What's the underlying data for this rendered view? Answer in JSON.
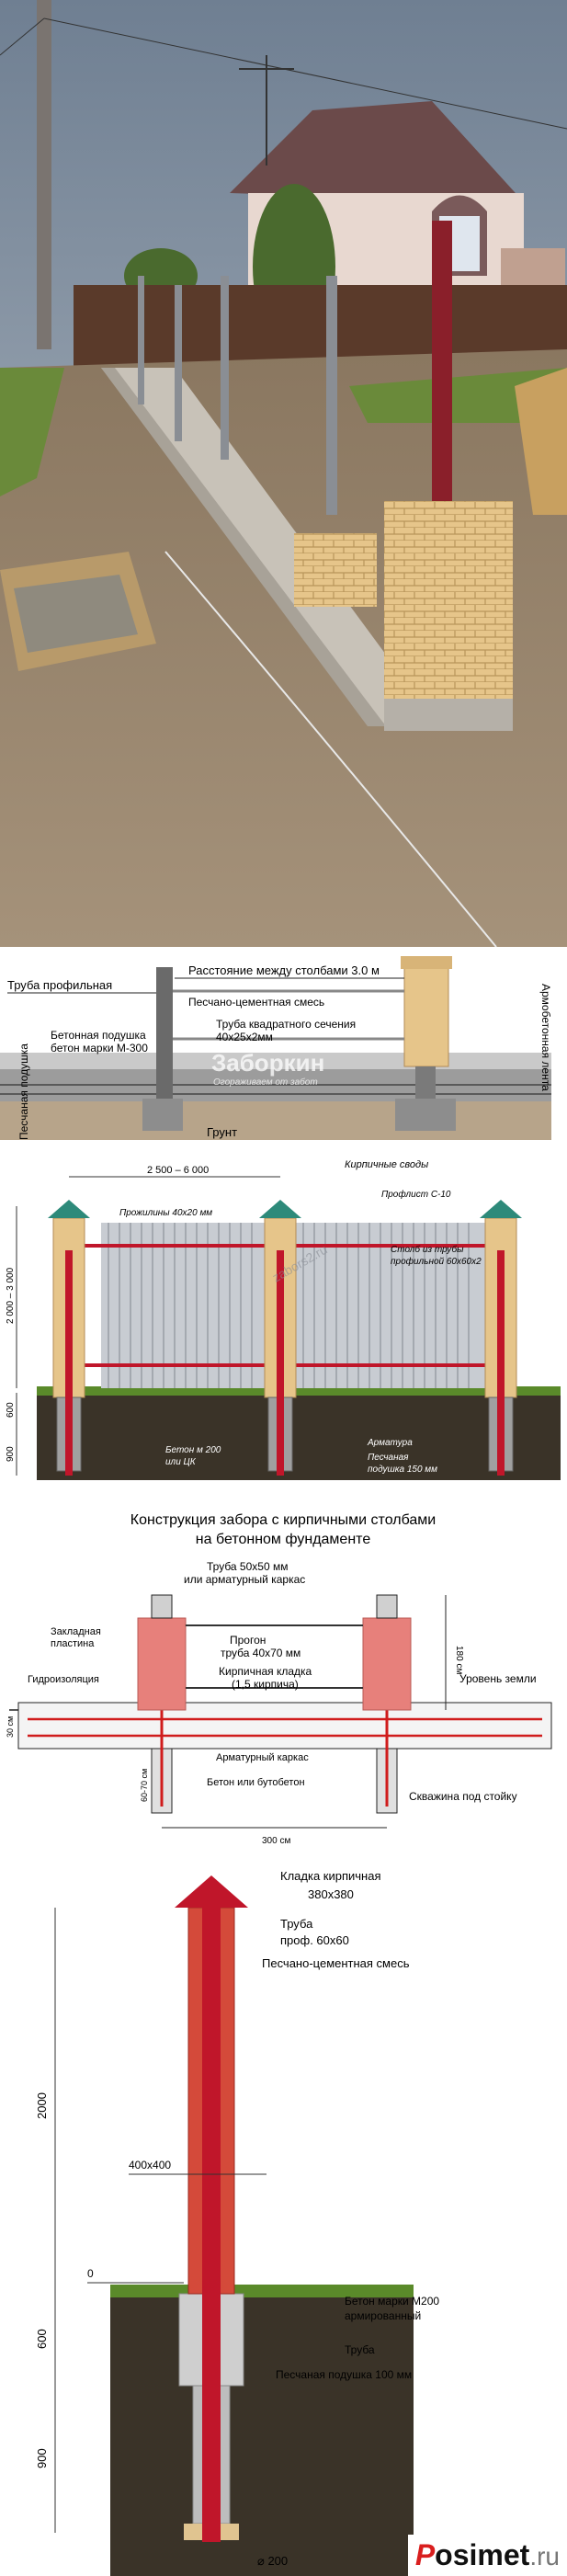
{
  "diagram1": {
    "label_pipe": "Труба профильная",
    "label_spacing": "Расстояние между столбами 3.0 м",
    "label_sand_cement": "Песчано-цементная смесь",
    "label_square_pipe_1": "Труба квадратного сечения",
    "label_square_pipe_2": "40х25х2мм",
    "label_concrete_1": "Бетонная подушка",
    "label_concrete_2": "бетон марки М-300",
    "label_armobelt": "Армобетонная лента",
    "label_sand_pad": "Песчаная подушка",
    "label_ground": "Грунт",
    "watermark_brand": "Заборкин",
    "watermark_sub": "Огораживаем от забот"
  },
  "diagram2": {
    "dim_span": "2 500 – 6 000",
    "label_caps": "Кирпичные своды",
    "label_rails": "Прожилины 40х20 мм",
    "label_profsheet": "Профлист С-10",
    "label_post": "Столб из трубы",
    "label_post_2": "профильной 60х60х2",
    "dim_height": "2 000 – 3 000",
    "dim_600": "600",
    "dim_900": "900",
    "label_concrete_1": "Бетон м 200",
    "label_concrete_2": "или ЦК",
    "label_rebar": "Арматура",
    "label_sand_1": "Песчаная",
    "label_sand_2": "подушка 150 мм",
    "watermark": "zabors2.ru"
  },
  "diagram3": {
    "title_line1": "Конструкция забора с кирпичными столбами",
    "title_line2": "на бетонном фундаменте",
    "label_pipe_1": "Труба 50х50 мм",
    "label_pipe_2": "или арматурный каркас",
    "label_plate_1": "Закладная",
    "label_plate_2": "пластина",
    "label_run_1": "Прогон",
    "label_run_2": "труба 40х70 мм",
    "label_brick_1": "Кирпичная кладка",
    "label_brick_2": "(1,5 кирпича)",
    "label_waterproof": "Гидроизоляция",
    "label_ground": "Уровень земли",
    "label_frame": "Арматурный каркас",
    "label_concrete": "Бетон или бутобетон",
    "label_well": "Скважина под стойку",
    "dim_300": "300 см",
    "dim_180": "180 см",
    "dim_30": "30 см",
    "dim_60": "60-70 см"
  },
  "diagram4": {
    "label_masonry_1": "Кладка кирпичная",
    "label_masonry_2": "380х380",
    "label_pipe_1": "Труба",
    "label_pipe_2": "проф. 60х60",
    "label_sand_cement": "Песчано-цементная смесь",
    "dim_400": "400х400",
    "dim_2000": "2000",
    "dim_0": "0",
    "label_concrete_1": "Бетон марки М200",
    "label_concrete_2": "армированный",
    "dim_600": "600",
    "label_pipe_short": "Труба",
    "label_sand_pad": "Песчаная подушка 100 мм",
    "dim_900": "900",
    "dim_diam": "⌀ 200"
  },
  "watermark": {
    "brand_p": "P",
    "brand": "osimet",
    "tld": ".ru"
  },
  "colors": {
    "brick": "#d9b56d",
    "brick_red": "#e7807b",
    "post_red": "#c0162a",
    "soil": "#3a3328",
    "sky": "#8a98a8"
  }
}
